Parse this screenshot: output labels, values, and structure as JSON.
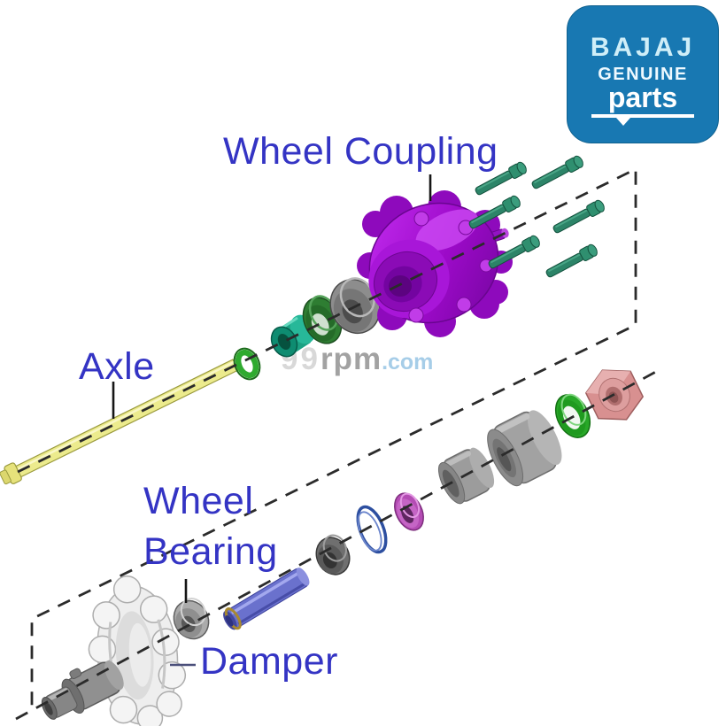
{
  "brand_badge": {
    "name": "BAJAJ",
    "line2": "GENUINE",
    "line3": "parts"
  },
  "watermark": {
    "p1": "99",
    "p2": "rpm",
    "p3": ".com"
  },
  "labels": {
    "wheel_coupling": "Wheel Coupling",
    "axle": "Axle",
    "wheel_bearing_line1": "Wheel",
    "wheel_bearing_line2": "Bearing",
    "damper": "Damper"
  },
  "colors": {
    "brand_blue": "#1878b2",
    "label_blue": "#3434c4",
    "hub_purple": "#a512d4",
    "bolt_green": "#2c8468",
    "axle_yellow": "#eceb8d",
    "oring_green": "#2faa2f",
    "collar_teal": "#1ba183",
    "seal_green": "#2e7d32",
    "nut_pink": "#d89090",
    "washer_green": "#28a828",
    "ring_magenta": "#b44cb4",
    "circlip_blue": "#2d4fa0",
    "sleeve_blue": "#6a71cd",
    "dash_black": "#2b2b2b"
  }
}
